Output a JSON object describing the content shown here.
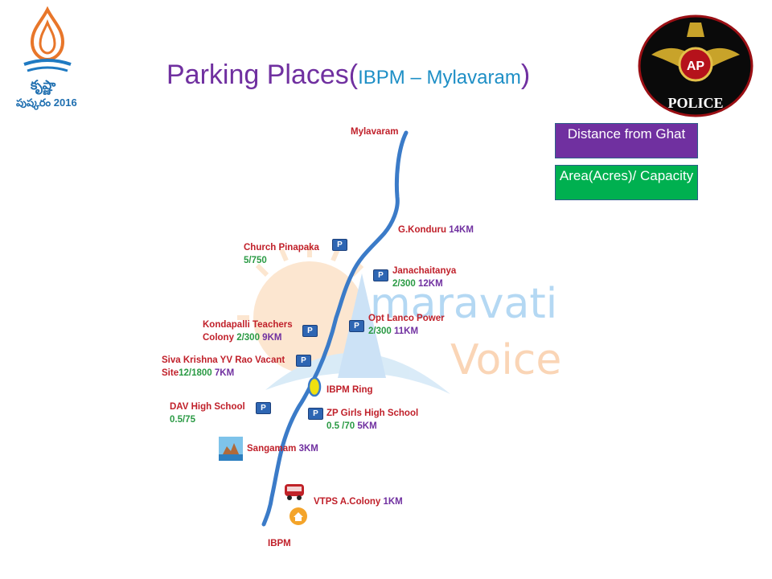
{
  "header": {
    "title_main": "Parking Places(",
    "title_sub": "IBPM – Mylavaram",
    "title_close": ")"
  },
  "logo": {
    "line1": "కృష్ణా",
    "line2": "పుష్కరం 2016"
  },
  "police_badge": {
    "text": "POLICE",
    "emblem": "AP"
  },
  "legend": {
    "distance_label": "Distance from Ghat",
    "area_label": "Area(Acres)/ Capacity",
    "distance_color": "#7030a0",
    "area_color": "#00b050"
  },
  "watermark": {
    "line1": "maravati",
    "line2": "Voice"
  },
  "route": {
    "start": "Mylavaram",
    "end": "IBPM",
    "line_color": "#3b7bc8"
  },
  "places": {
    "g_konduru": {
      "name": "G.Konduru",
      "dist": "14KM"
    },
    "church_pinapaka": {
      "name": "Church Pinapaka",
      "area": "5/750"
    },
    "janachaitanya": {
      "name": "Janachaitanya",
      "area": "2/300",
      "dist": "12KM"
    },
    "kondapalli": {
      "name1": "Kondapalli Teachers",
      "name2": "Colony",
      "area": "2/300",
      "dist": "9KM"
    },
    "opt_lanco": {
      "name": "Opt Lanco Power",
      "area": "2/300",
      "dist": "11KM"
    },
    "siva_krishna": {
      "name1": "Siva Krishna YV Rao Vacant",
      "name2": "Site",
      "area": "12/1800",
      "dist": "7KM"
    },
    "ibpm_ring": {
      "name": "IBPM Ring"
    },
    "dav": {
      "name": "DAV High School",
      "area": "0.5/75"
    },
    "zp_girls": {
      "name": "ZP Girls High School",
      "area": "0.5 /70",
      "dist": "5KM"
    },
    "sangamam": {
      "name": "Sangamam",
      "dist": "3KM"
    },
    "vtps": {
      "name": "VTPS A.Colony",
      "dist": "1KM"
    }
  },
  "parking_icon": "P"
}
